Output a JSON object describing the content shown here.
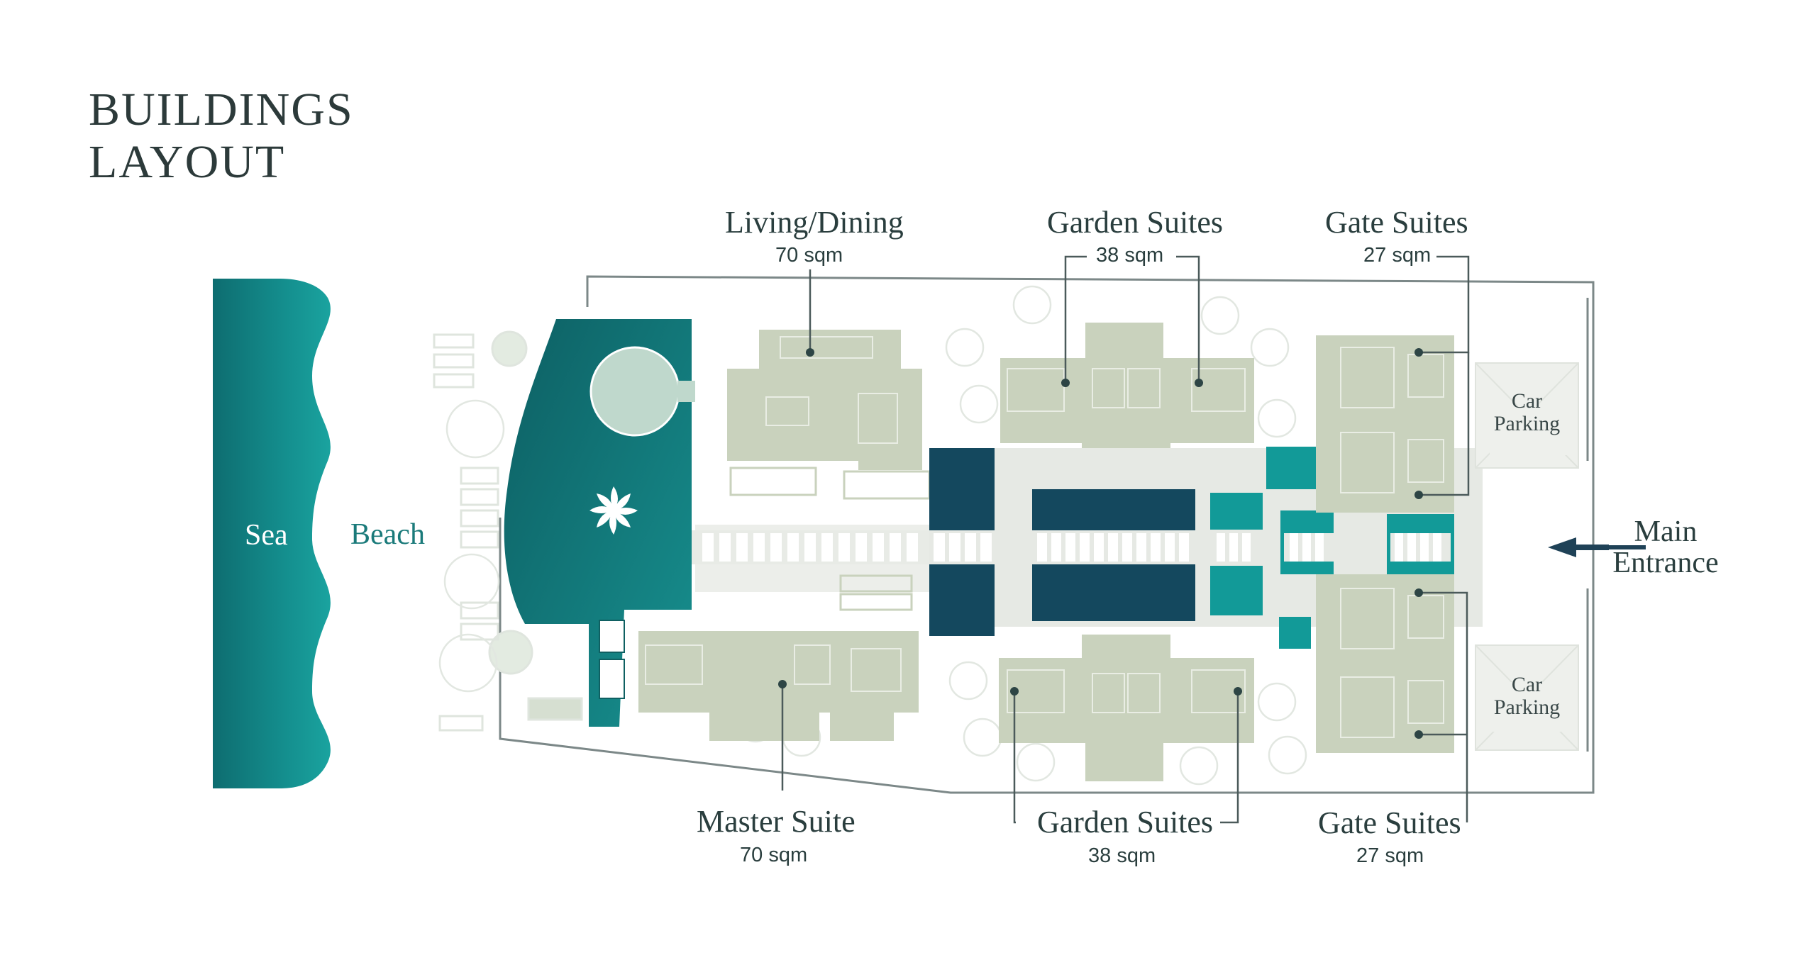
{
  "title": {
    "line1": "Buildings",
    "line2": "Layout"
  },
  "water": {
    "sea": "Sea",
    "beach": "Beach"
  },
  "top_labels": [
    {
      "name": "Living/Dining",
      "area": "70 sqm"
    },
    {
      "name": "Garden Suites",
      "area": "38 sqm"
    },
    {
      "name": "Gate Suites",
      "area": "27 sqm"
    }
  ],
  "bottom_labels": [
    {
      "name": "Master Suite",
      "area": "70 sqm"
    },
    {
      "name": "Garden Suites",
      "area": "38 sqm"
    },
    {
      "name": "Gate Suites",
      "area": "27 sqm"
    }
  ],
  "parking": {
    "line1": "Car",
    "line2": "Parking"
  },
  "entrance": {
    "line1": "Main",
    "line2": "Entrance"
  },
  "colors": {
    "sea_dark": "#0f6f72",
    "sea_light": "#1aa3a0",
    "pool": "#12706f",
    "building": "#c9d2bd",
    "navy": "#14485e",
    "teal": "#129a98",
    "path": "#e6e9e4",
    "line": "#6e7b7b",
    "text": "#2a3e3e"
  }
}
